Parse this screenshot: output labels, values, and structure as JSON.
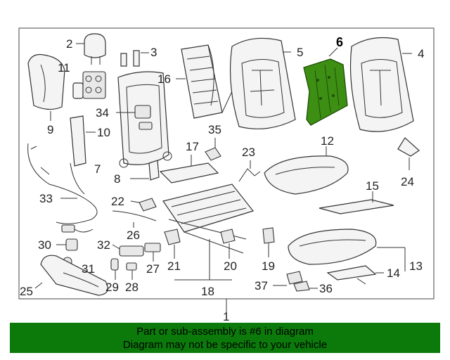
{
  "callouts": [
    "1",
    "2",
    "3",
    "4",
    "5",
    "6",
    "7",
    "8",
    "9",
    "10",
    "11",
    "12",
    "13",
    "14",
    "15",
    "16",
    "17",
    "18",
    "19",
    "20",
    "21",
    "22",
    "23",
    "24",
    "25",
    "26",
    "27",
    "28",
    "29",
    "30",
    "31",
    "32",
    "33",
    "34",
    "35",
    "36",
    "37"
  ],
  "highlight_part": "6",
  "colors": {
    "highlight": "#3d8f14",
    "footer_bg": "#0b7a0b",
    "line": "#333333"
  },
  "footer": {
    "line1": "Part or sub-assembly is #6 in diagram",
    "line2": "Diagram may not be specific to your vehicle"
  }
}
